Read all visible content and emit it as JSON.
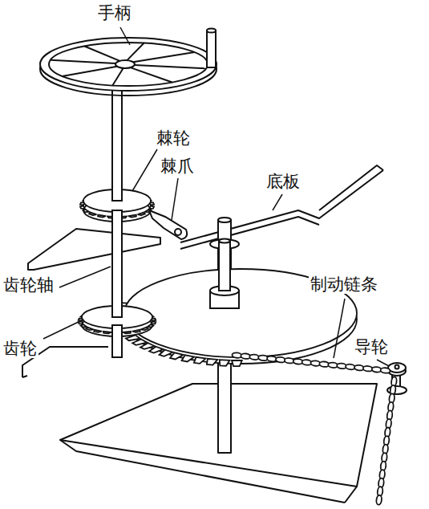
{
  "diagram": {
    "labels": [
      "手柄",
      "棘轮",
      "棘爪",
      "底板",
      "齿轮轴",
      "制动链条",
      "导轮",
      "齿轮"
    ]
  }
}
